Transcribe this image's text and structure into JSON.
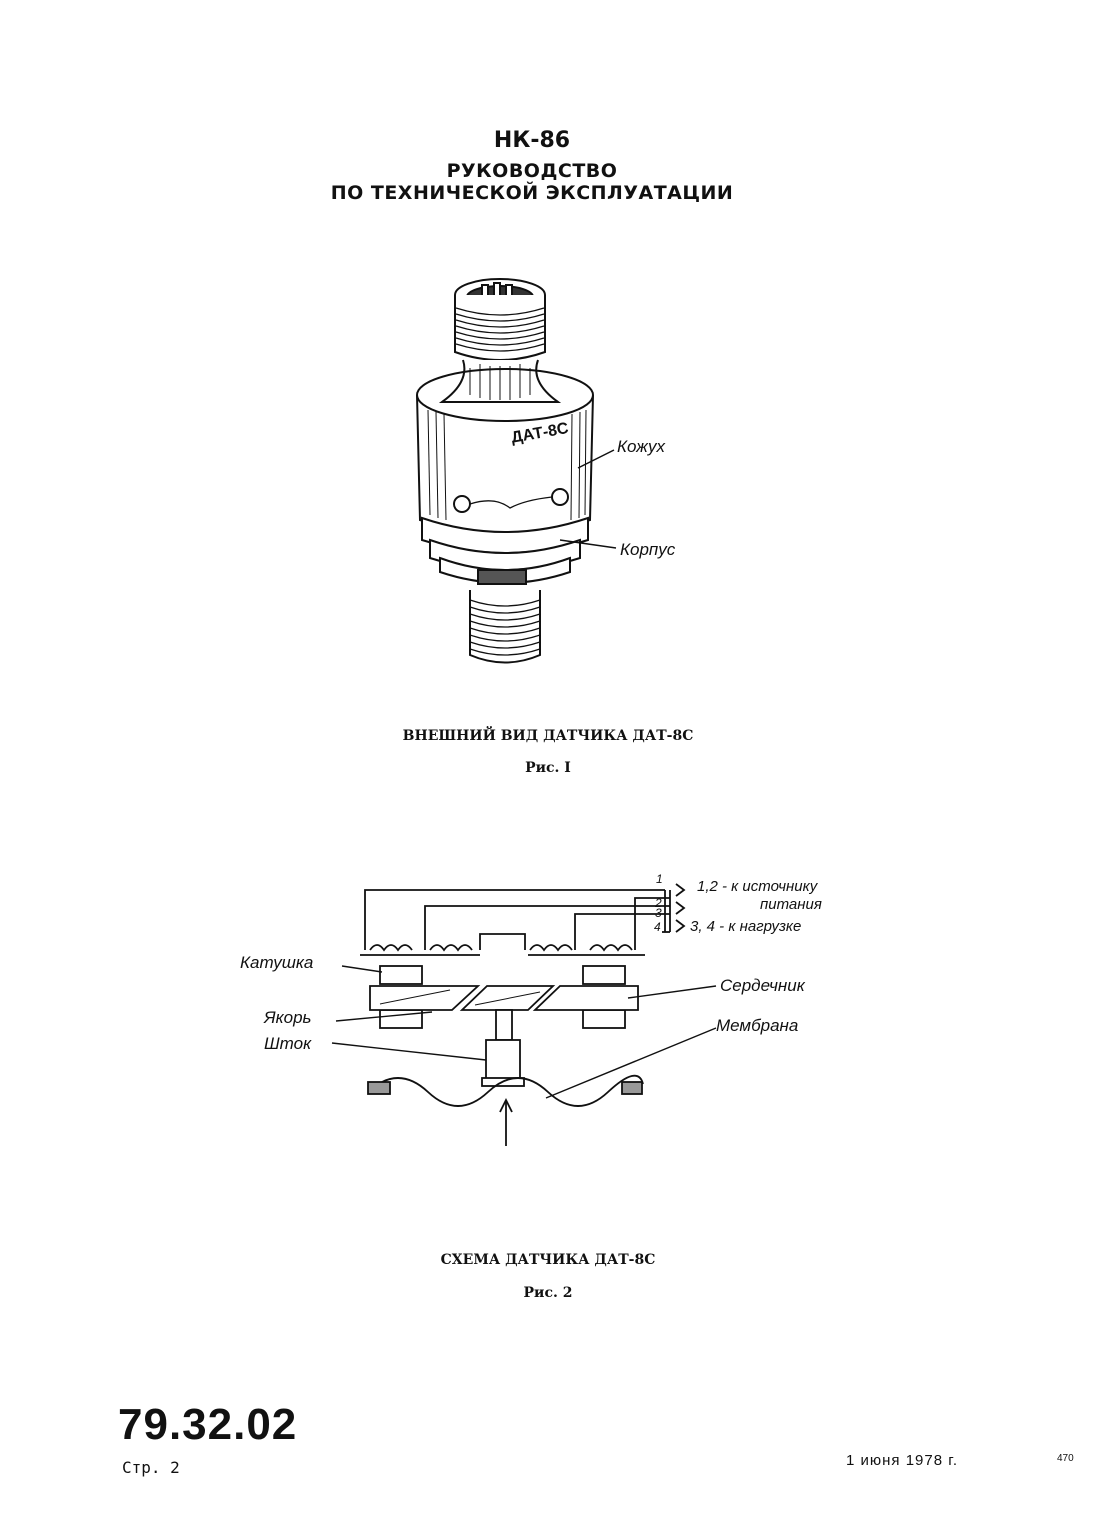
{
  "header": {
    "code": "НК-86",
    "title_line1": "РУКОВОДСТВО",
    "title_line2": "ПО ТЕХНИЧЕСКОЙ ЭКСПЛУАТАЦИИ"
  },
  "figure1": {
    "device_marking": "ДАТ-8С",
    "label_cover": "Кожух",
    "label_body": "Корпус",
    "caption": "ВНЕШНИЙ ВИД ДАТЧИКА ДАТ-8С",
    "fig_label": "Рис. I"
  },
  "figure2": {
    "terminal_1": "1",
    "terminal_2": "2",
    "terminal_3": "3",
    "terminal_4": "4",
    "note_power_line1": "1,2 - к источнику",
    "note_power_line2": "питания",
    "note_load": "3, 4 - к нагрузке",
    "label_coil": "Катушка",
    "label_armature": "Якорь",
    "label_rod": "Шток",
    "label_core": "Сердечник",
    "label_membrane": "Мембрана",
    "caption": "СХЕМА ДАТЧИКА ДАТ-8С",
    "fig_label": "Рис. 2"
  },
  "footer": {
    "doc_number": "79.32.02",
    "page": "Стр. 2",
    "date": "1 июня 1978 г.",
    "sheet_number": "470"
  }
}
